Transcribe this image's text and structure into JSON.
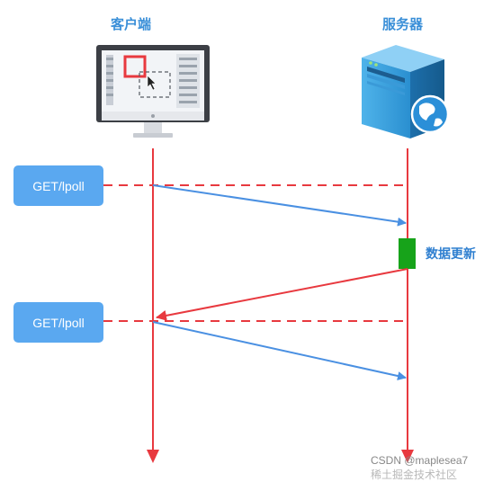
{
  "actors": {
    "client": "客户端",
    "server": "服务器"
  },
  "requests": [
    {
      "label": "GET/lpoll"
    },
    {
      "label": "GET/lpoll"
    }
  ],
  "update_label": "数据更新",
  "watermark": {
    "main": "CSDN @maplesea7",
    "faint": "稀土掘金技术社区"
  },
  "colors": {
    "lifeline": "#e8393f",
    "request_arrow": "#4a90e2",
    "response_arrow": "#e8393f",
    "request_box": "#5aa8f0",
    "update_block": "#17a31a",
    "label_blue": "#3a8fd8"
  }
}
